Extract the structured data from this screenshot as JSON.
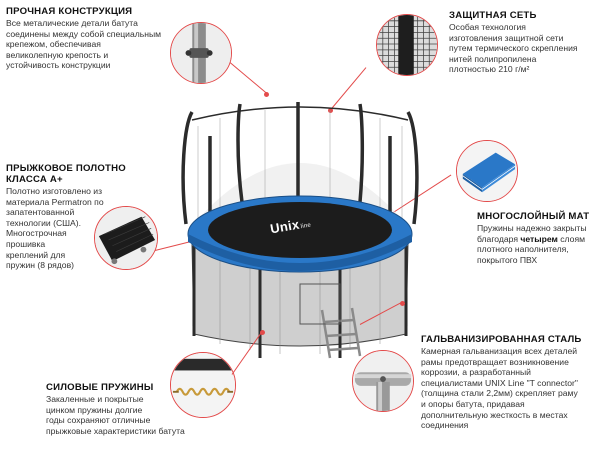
{
  "features": {
    "frame": {
      "title": "ПРОЧНАЯ КОНСТРУКЦИЯ",
      "lines": [
        "Все металические детали батута",
        "соединены между собой специальным",
        "крепежом, обеспечивая",
        "великолепную крепость и",
        "устойчивость конструкции"
      ],
      "icon": "frame-joint-icon"
    },
    "net": {
      "title": "ЗАЩИТНАЯ СЕТЬ",
      "lines": [
        "Особая технология",
        "изготовления защитной сети",
        "путем термического скрепления",
        "нитей полипропилена",
        "плотностью 210 г/м²"
      ],
      "icon": "safety-net-icon"
    },
    "mat": {
      "title_lines": [
        "ПРЫЖКОВОЕ ПОЛОТНО",
        "КЛАССА А+"
      ],
      "lines": [
        "Полотно изготовлено из",
        "материала Permatron по",
        "запатентованной",
        "технологии (США).",
        "Многострочная",
        "прошивка",
        "креплений для",
        "пружин (8 рядов)"
      ],
      "icon": "jumping-mat-icon"
    },
    "pad": {
      "title": "МНОГОСЛОЙНЫЙ МАТ",
      "line1_pre": "Пружины надежно закрыты",
      "line2_pre": "благодаря ",
      "line2_bold": "четырем",
      "line2_post": " слоям",
      "lines_rest": [
        "плотного наполнителя,",
        "покрытого ПВХ"
      ],
      "icon": "padding-layers-icon"
    },
    "steel": {
      "title": "ГАЛЬВАНИЗИРОВАННАЯ СТАЛЬ",
      "lines": [
        "Камерная гальванизация всех деталей",
        "рамы предотвращает возникновение",
        "коррозии, а разработанный",
        "специалистами  UNIX Line \"T connector\"",
        "(толщина стали 2,2мм) скрепляет раму",
        "и опоры батута, придавая",
        "дополнительную жесткость в местах",
        "соединения"
      ],
      "icon": "t-connector-icon"
    },
    "springs": {
      "title": "СИЛОВЫЕ ПРУЖИНЫ",
      "lines": [
        "Закаленные и покрытые",
        "цинком пружины долгие",
        "годы сохраняют отличные",
        "прыжковые характеристики батута"
      ],
      "icon": "spring-icon"
    }
  },
  "product": {
    "brand": "Unix",
    "brand_suffix": "line",
    "icon": "trampoline-image"
  },
  "colors": {
    "accent": "#e34b4b",
    "pad_blue": "#2a78c8",
    "frame_dark": "#2b2b2b"
  }
}
